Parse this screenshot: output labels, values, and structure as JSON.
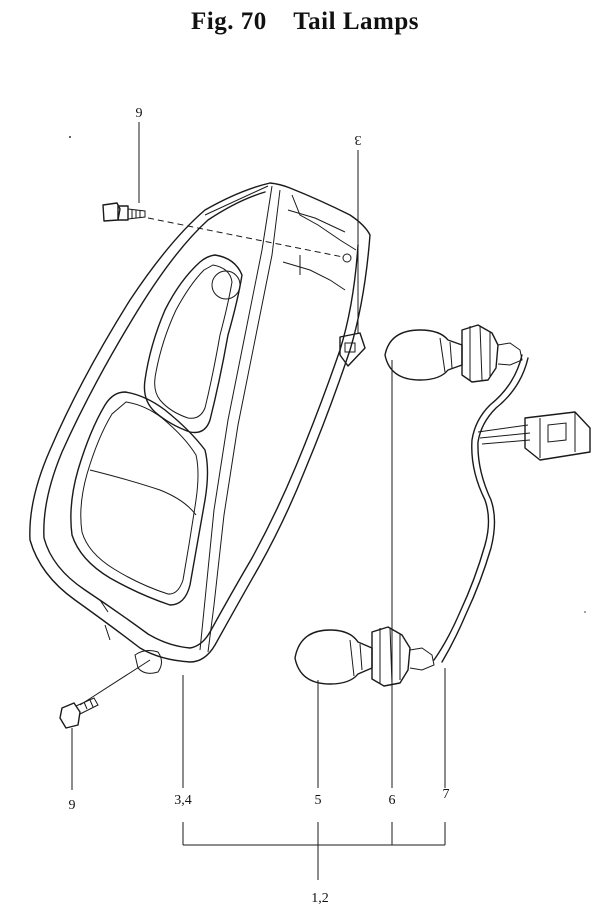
{
  "figure": {
    "title": "Fig. 70    Tail Lamps"
  },
  "callouts": {
    "screw_top": "9",
    "clip": "3",
    "screw_bottom": "9",
    "housing": "3,4",
    "bulb_small": "5",
    "bulb_large": "6",
    "harness": "7",
    "assembly": "1,2"
  }
}
